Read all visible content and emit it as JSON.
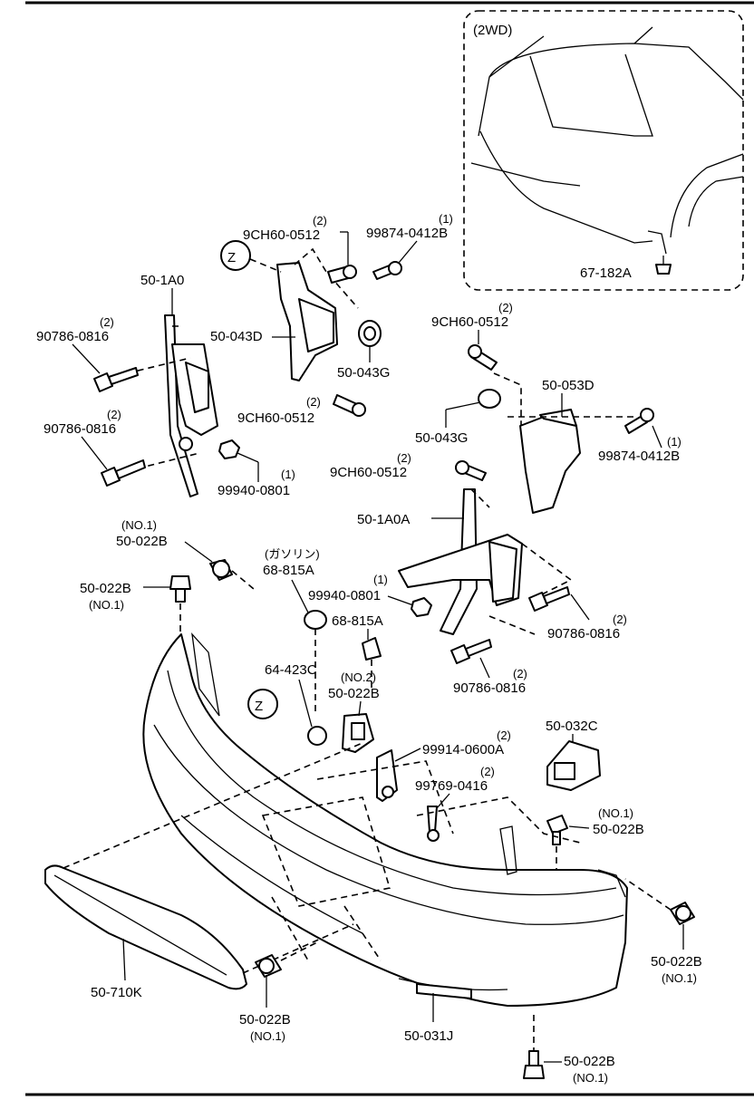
{
  "inset_label": "(2WD)",
  "zoom_marker": "Z",
  "labels": {
    "l_67_182A": "67-182A",
    "l_9CH_top": "9CH60-0512",
    "q_9CH_top": "(2)",
    "l_99874_top": "99874-0412B",
    "q_99874_top": "(1)",
    "l_50_1A0": "50-1A0",
    "l_90786_a": "90786-0816",
    "q_90786_a": "(2)",
    "l_50_043D": "50-043D",
    "l_50_043G_a": "50-043G",
    "l_9CH_mid": "9CH60-0512",
    "q_9CH_mid": "(2)",
    "l_90786_b": "90786-0816",
    "q_90786_b": "(2)",
    "l_99940_a": "99940-0801",
    "q_99940_a": "(1)",
    "l_9CH_right": "9CH60-0512",
    "q_9CH_right": "(2)",
    "l_50_053D": "50-053D",
    "l_50_043G_b": "50-043G",
    "l_99874_right": "99874-0412B",
    "q_99874_right": "(1)",
    "l_9CH_low": "9CH60-0512",
    "q_9CH_low": "(2)",
    "l_50_1A0A": "50-1A0A",
    "l_50_022B_a": "50-022B",
    "n_50_022B_a": "(NO.1)",
    "l_68_815A_a": "68-815A",
    "n_68_815A_a": "(ガソリン)",
    "l_50_022B_b": "50-022B",
    "n_50_022B_b": "(NO.1)",
    "l_99940_b": "99940-0801",
    "q_99940_b": "(1)",
    "l_68_815A_b": "68-815A",
    "l_90786_c": "90786-0816",
    "q_90786_c": "(2)",
    "l_64_423C": "64-423C",
    "l_50_022B_c": "50-022B",
    "n_50_022B_c": "(NO.2)",
    "l_90786_d": "90786-0816",
    "q_90786_d": "(2)",
    "l_99914": "99914-0600A",
    "q_99914": "(2)",
    "l_50_032C": "50-032C",
    "l_99769": "99769-0416",
    "q_99769": "(2)",
    "l_50_022B_d": "50-022B",
    "n_50_022B_d": "(NO.1)",
    "l_50_710K": "50-710K",
    "l_50_022B_e": "50-022B",
    "n_50_022B_e": "(NO.1)",
    "l_50_031J": "50-031J",
    "l_50_022B_f": "50-022B",
    "n_50_022B_f": "(NO.1)",
    "l_50_022B_g": "50-022B",
    "n_50_022B_g": "(NO.1)"
  }
}
